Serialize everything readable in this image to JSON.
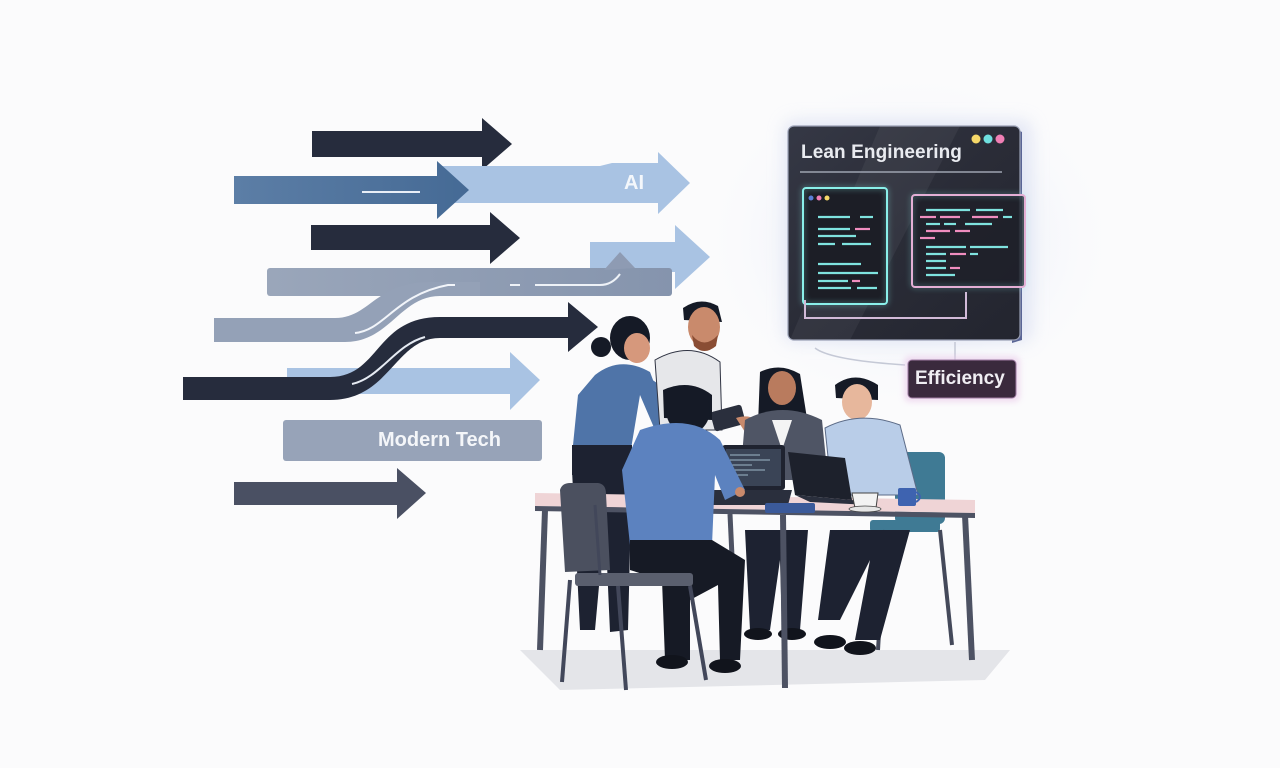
{
  "illustration": {
    "theme": "team collaboration with lean engineering and modern tech",
    "colors": {
      "background": "#fbfbfc",
      "arrow_dark": "#262c3d",
      "arrow_slate": "#4a5063",
      "arrow_steel_blue": "#4f739b",
      "arrow_light_blue": "#a9c3e3",
      "arrow_gray_blue": "#8d9bb2",
      "panel_bg": "#2b2d38",
      "glow_cyan": "#7ee8e4",
      "glow_pink": "#f0a3d1",
      "dot_yellow": "#f6d869",
      "dot_cyan": "#6fe0e0",
      "dot_pink": "#f07fb5"
    }
  },
  "arrows": {
    "ai_label": "AI",
    "modern_tech_label": "Modern Tech"
  },
  "screen_panel": {
    "title": "Lean Engineering"
  },
  "badge": {
    "label": "Efficiency"
  },
  "team": {
    "people_count": 5,
    "items_on_table": [
      "laptop with code",
      "laptop",
      "tablet",
      "coffee cup",
      "blue mug"
    ]
  }
}
